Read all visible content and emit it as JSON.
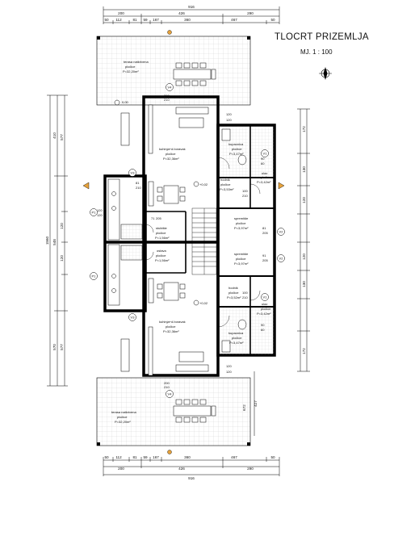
{
  "title": "TLOCRT PRIZEMLJA",
  "scale": "MJ. 1 : 100",
  "dims": {
    "top_total": "916",
    "top_segments": [
      "200",
      "426",
      "290"
    ],
    "top_detail": [
      "50",
      "112",
      "81",
      "59",
      "167",
      "360",
      "467",
      "50"
    ],
    "bottom_total": "916",
    "bottom_segments": [
      "200",
      "426",
      "290"
    ],
    "bottom_detail": [
      "50",
      "112",
      "81",
      "59",
      "167",
      "360",
      "467",
      "50"
    ],
    "left_total": "1560",
    "left_segments": [
      "410",
      "548",
      "570"
    ],
    "left_detail": [
      "577",
      "120",
      "120",
      "577"
    ],
    "right_detail": [
      "172",
      "130",
      "120",
      "120",
      "130",
      "172"
    ],
    "right_bottom": "672",
    "right_low": "427"
  },
  "rooms": {
    "terrace_top": {
      "name": "terasa natkrivena",
      "floor": "pločice",
      "area": "P=32,20m²"
    },
    "kitchen_top": {
      "name": "kuhinja+d.boravak",
      "floor": "pločice",
      "area": "P=32,36m²"
    },
    "bath_top": {
      "name": "kupaonica",
      "floor": "pločice",
      "area": "P=3,47m²"
    },
    "hall_top": {
      "name": "hodnik",
      "floor": "pločice",
      "area": "P=3,53m²"
    },
    "entry_top": {
      "name": "ulaz",
      "floor": "pločice",
      "area": "P=3,42m²"
    },
    "storage_top": {
      "name": "spremište",
      "floor": "pločice",
      "area": "P=3,97m²"
    },
    "stair_top": {
      "name": "stubište",
      "floor": "pločice",
      "area": "P=1,56m²"
    },
    "storage_bottom": {
      "name": "spremište",
      "floor": "pločice",
      "area": "P=3,97m²"
    },
    "stair_bottom": {
      "name": "ostava",
      "floor": "pločice",
      "area": "P=1,56m²"
    },
    "hall_bottom": {
      "name": "hodnik",
      "floor": "pločice",
      "area": "P=3,52m²"
    },
    "entry_bottom": {
      "name": "ulaz",
      "floor": "pločice",
      "area": "P=3,42m²"
    },
    "kitchen_bottom": {
      "name": "kuhinja+d.boravak",
      "floor": "pločice",
      "area": "P=32,36m²"
    },
    "bath_bottom": {
      "name": "kupaonica",
      "floor": "pločice",
      "area": "P=3,47m²"
    },
    "terrace_bottom": {
      "name": "terasa natkrivena",
      "floor": "pločice",
      "area": "P=32,20m²"
    }
  },
  "openings": {
    "v4": "V4",
    "v3": "V3",
    "v2": "V2",
    "v1": "V1",
    "p1": "P1",
    "w200_210": [
      "200",
      "210"
    ],
    "w120_120": [
      "120",
      "120"
    ],
    "w90_60": [
      "90",
      "60"
    ],
    "w100_210": [
      "100",
      "210"
    ],
    "w81_205": [
      "81",
      "205"
    ],
    "w91_205": [
      "91",
      "205"
    ],
    "w71_205": [
      "71",
      "205"
    ],
    "w81_210": [
      "81",
      "210"
    ],
    "w120_120b": [
      "120",
      "120"
    ],
    "w90_60b": [
      "90",
      "60"
    ],
    "w100_210b": [
      "100",
      "210"
    ],
    "w200_210b": [
      "200",
      "210"
    ],
    "w120_120c": [
      "120",
      "120"
    ]
  },
  "levels": {
    "terrace": "0,00",
    "top_floor": "+0,02",
    "bottom_floor": "+0,02"
  }
}
